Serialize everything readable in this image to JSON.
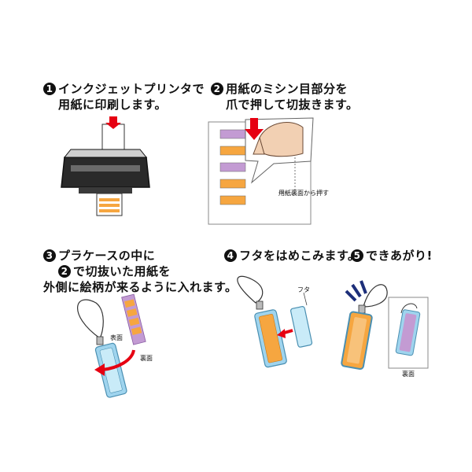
{
  "steps": [
    {
      "num": "1",
      "line1": "インクジェットプリンタで",
      "line2": "用紙に印刷します。"
    },
    {
      "num": "2",
      "line1": "用紙のミシン目部分を",
      "line2": "爪で押して切抜きます。"
    },
    {
      "num": "3",
      "line1": "プラケースの中に",
      "line2_num": "2",
      "line2": "で切抜いた用紙を",
      "line3": "外側に絵柄が来るように入れます。"
    },
    {
      "num": "4",
      "line1": "フタをはめこみます。"
    },
    {
      "num": "5",
      "line1": "できあがり!"
    }
  ],
  "labels": {
    "press_from_back": "用紙裏面から押す",
    "front": "表面",
    "back": "裏面",
    "lid": "フタ",
    "back2": "裏面"
  },
  "colors": {
    "accent_red": "#e60012",
    "case_blue": "#9fd4ee",
    "paper_orange": "#f6a640",
    "paper_purple": "#c39bd3"
  }
}
